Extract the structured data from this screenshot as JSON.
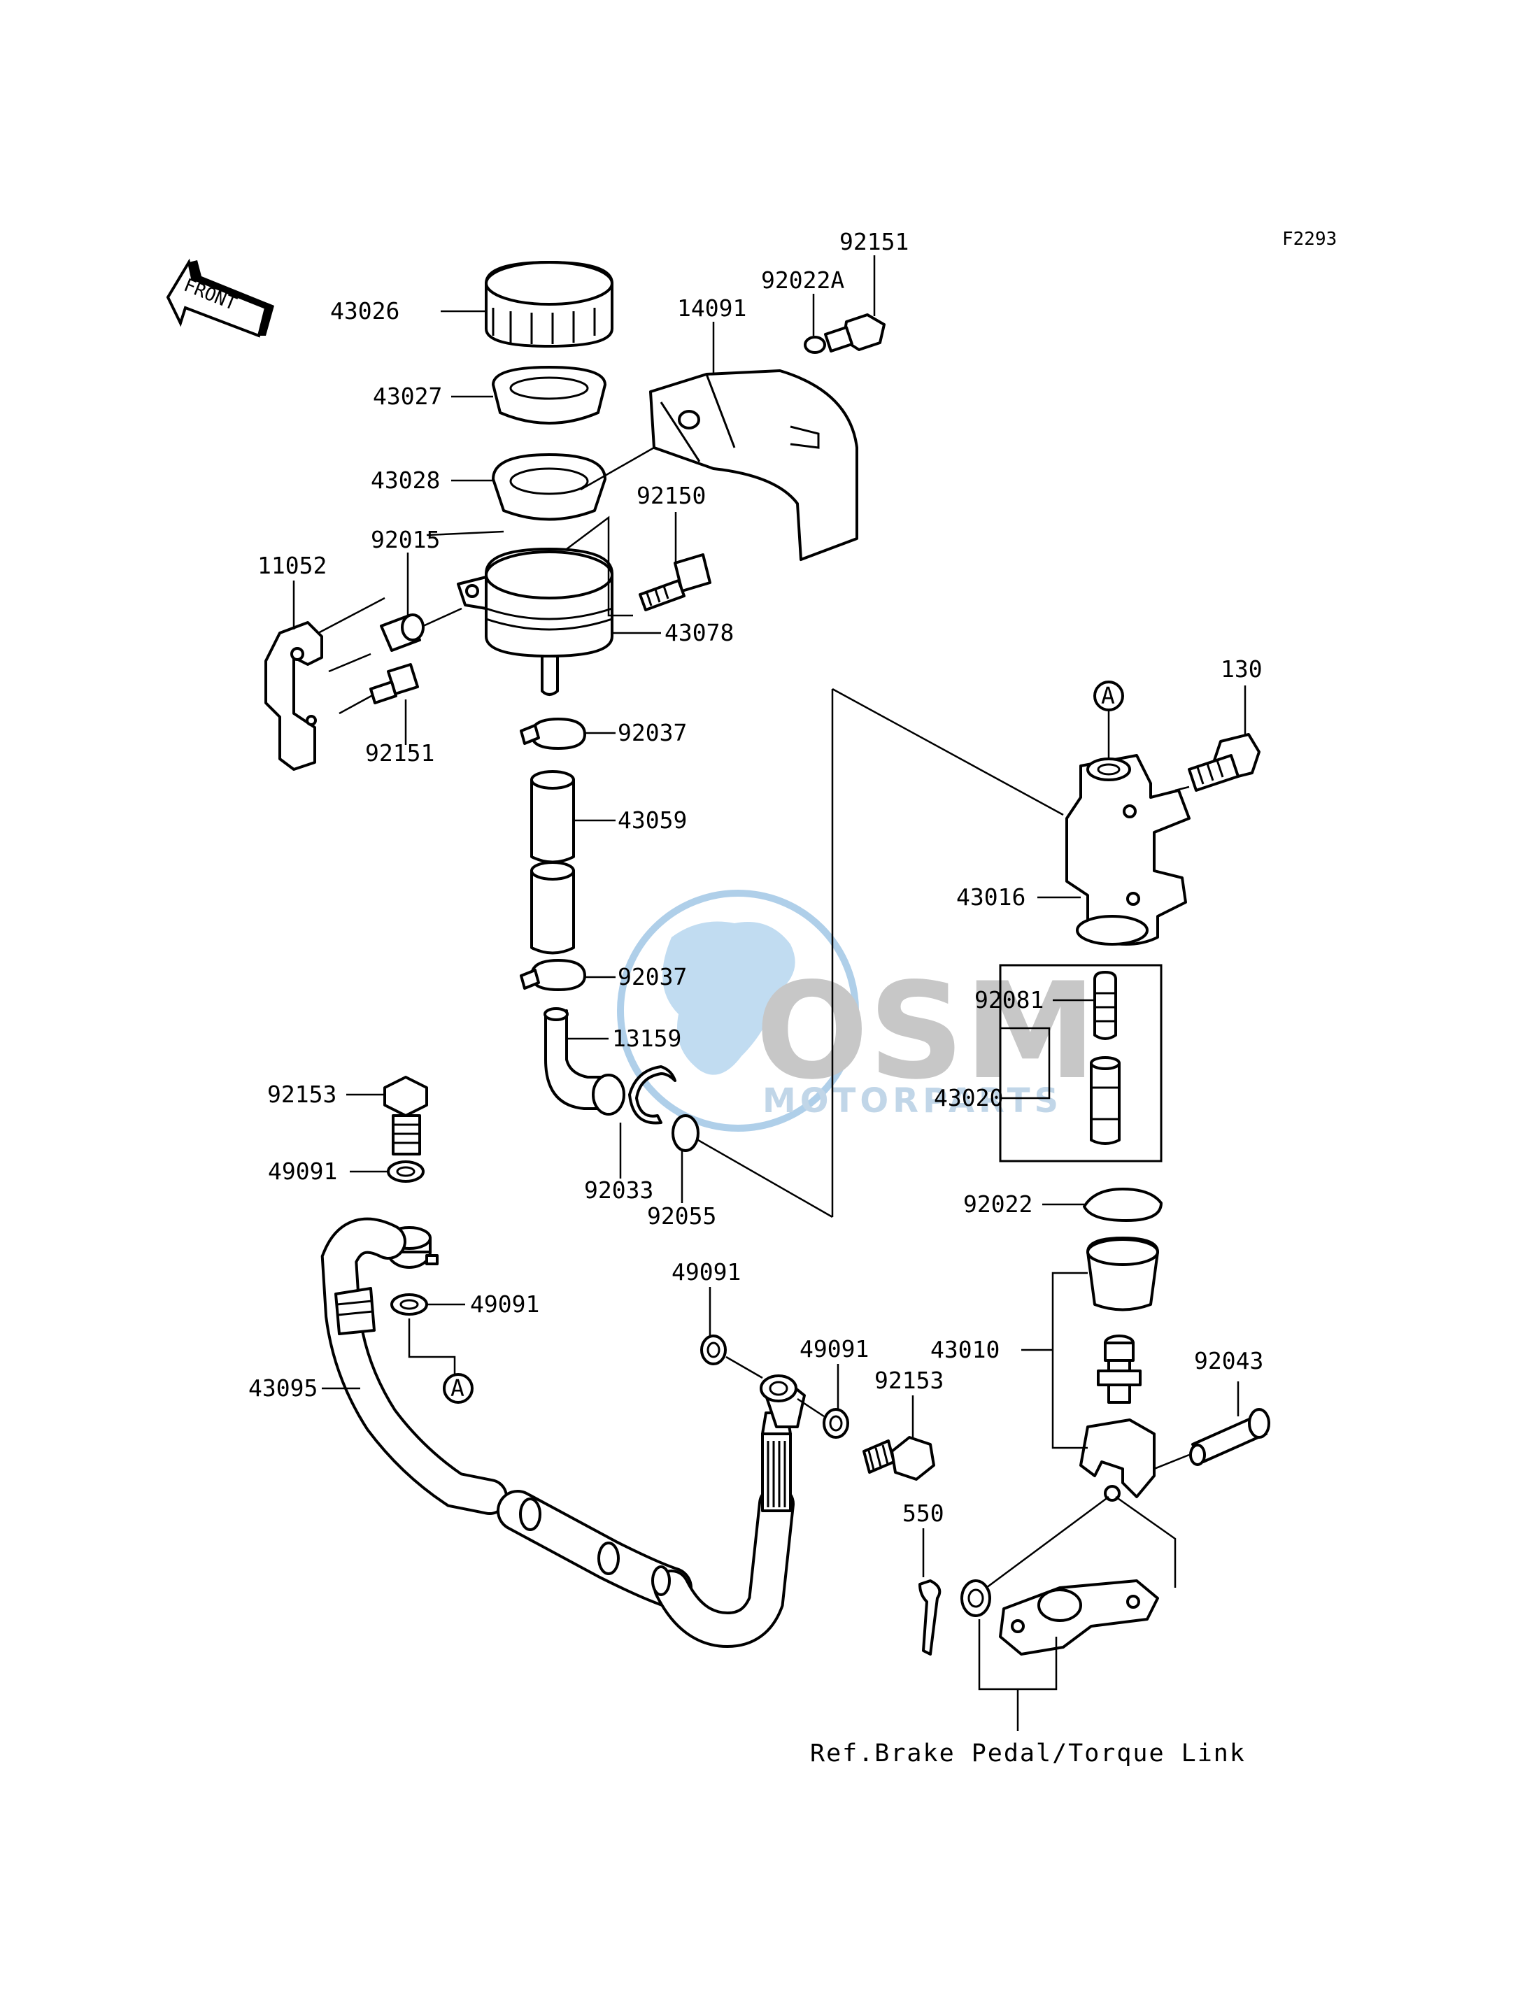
{
  "diagram_code": "F2293",
  "front_indicator": "FRONT",
  "reference_note": "Ref.Brake Pedal/Torque Link",
  "watermark": {
    "main": "OSM",
    "sub": "MOTORPARTS",
    "color": "#6ea8d8",
    "text_color": "#9a9a9a"
  },
  "callout_marker": "A",
  "labels": {
    "p43026": "43026",
    "p43027": "43027",
    "p43028": "43028",
    "p14091": "14091",
    "p92022A": "92022A",
    "p92151_top": "92151",
    "p92150": "92150",
    "p92015": "92015",
    "p11052": "11052",
    "p43078": "43078",
    "p92151_low": "92151",
    "p92037_top": "92037",
    "p43059": "43059",
    "p92037_low": "92037",
    "p13159": "13159",
    "p92033": "92033",
    "p92055": "92055",
    "p130": "130",
    "p43016": "43016",
    "p92081": "92081",
    "p43020": "43020",
    "p92022": "92022",
    "p43010": "43010",
    "p92043": "92043",
    "p92153_left": "92153",
    "p49091_a": "49091",
    "p49091_b": "49091",
    "p43095": "43095",
    "p49091_c": "49091",
    "p49091_d": "49091",
    "p92153_right": "92153",
    "p550": "550"
  }
}
